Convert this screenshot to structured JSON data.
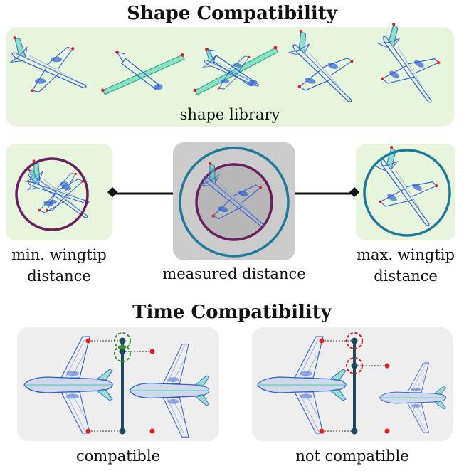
{
  "shape_section": {
    "title": "Shape Compatibility",
    "library_label": "shape library",
    "min_label_line1": "min. wingtip",
    "min_label_line2": "distance",
    "measured_label": "measured distance",
    "max_label_line1": "max. wingtip",
    "max_label_line2": "distance"
  },
  "time_section": {
    "title": "Time Compatibility",
    "compatible_label": "compatible",
    "not_compatible_label": "not compatible"
  },
  "colors": {
    "library_bg": "#e8f5dd",
    "measured_bg": "#cccccc",
    "time_panel_bg": "#eeeeee",
    "min_circle": "#6b1f5e",
    "max_circle": "#1f7a9a",
    "aircraft_wire": "#2d5fd6",
    "aircraft_accent": "#3fd0b0",
    "wingtip_marker": "#e02020",
    "timeline": "#1d4a5e",
    "compatible_ring": "#3a8f2a",
    "incompatible_ring": "#d02020"
  }
}
